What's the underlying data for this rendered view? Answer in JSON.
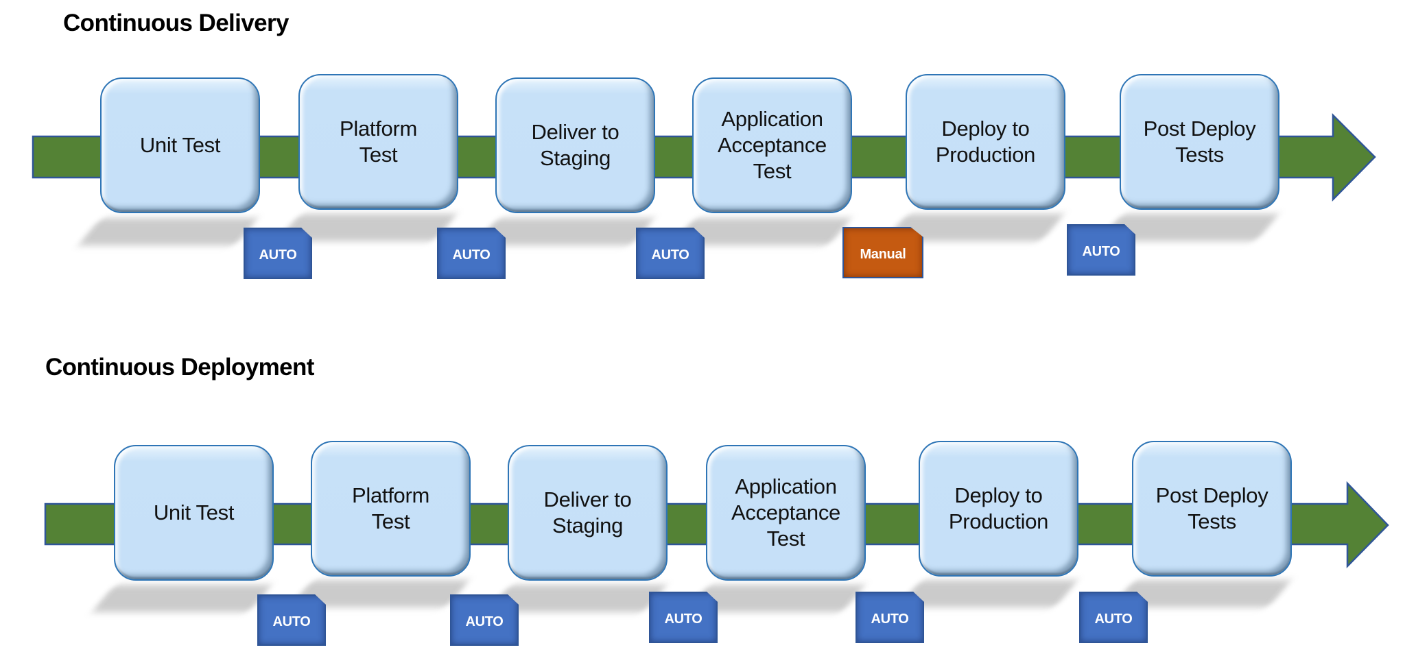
{
  "colors": {
    "arrow_fill": "#548235",
    "arrow_stroke": "#2F5597",
    "stage_fill": "#C6E0F8",
    "stage_border": "#2E75B6",
    "auto_badge": "#4472C4",
    "manual_badge": "#C55A11",
    "badge_border": "#2F5597"
  },
  "pipelines": [
    {
      "title": "Continuous Delivery",
      "stages": [
        {
          "label": "Unit Test",
          "gate": "AUTO"
        },
        {
          "label": "Platform\nTest",
          "gate": "AUTO"
        },
        {
          "label": "Deliver to\nStaging",
          "gate": "AUTO"
        },
        {
          "label": "Application\nAcceptance\nTest",
          "gate": "Manual"
        },
        {
          "label": "Deploy to\nProduction",
          "gate": "AUTO"
        },
        {
          "label": "Post Deploy\nTests",
          "gate": null
        }
      ]
    },
    {
      "title": "Continuous Deployment",
      "stages": [
        {
          "label": "Unit Test",
          "gate": "AUTO"
        },
        {
          "label": "Platform\nTest",
          "gate": "AUTO"
        },
        {
          "label": "Deliver to\nStaging",
          "gate": "AUTO"
        },
        {
          "label": "Application\nAcceptance\nTest",
          "gate": "AUTO"
        },
        {
          "label": "Deploy to\nProduction",
          "gate": "AUTO"
        },
        {
          "label": "Post Deploy\nTests",
          "gate": null
        }
      ]
    }
  ]
}
